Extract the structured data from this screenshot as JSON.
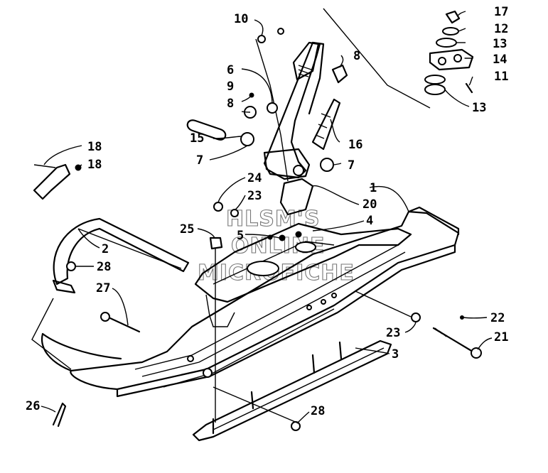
{
  "callouts": [
    {
      "id": "c10a",
      "text": "10"
    },
    {
      "id": "c6",
      "text": "6"
    },
    {
      "id": "c9",
      "text": "9"
    },
    {
      "id": "c8a",
      "text": "8"
    },
    {
      "id": "c8b",
      "text": "8"
    },
    {
      "id": "c15",
      "text": "15"
    },
    {
      "id": "c7a",
      "text": "7"
    },
    {
      "id": "c7b",
      "text": "7"
    },
    {
      "id": "c16",
      "text": "16"
    },
    {
      "id": "c17",
      "text": "17"
    },
    {
      "id": "c12",
      "text": "12"
    },
    {
      "id": "c13a",
      "text": "13"
    },
    {
      "id": "c14",
      "text": "14"
    },
    {
      "id": "c11",
      "text": "11"
    },
    {
      "id": "c13b",
      "text": "13"
    },
    {
      "id": "c18a",
      "text": "18"
    },
    {
      "id": "c18b",
      "text": "18"
    },
    {
      "id": "c24",
      "text": "24"
    },
    {
      "id": "c23a",
      "text": "23"
    },
    {
      "id": "c20",
      "text": "20"
    },
    {
      "id": "c1",
      "text": "1"
    },
    {
      "id": "c25",
      "text": "25"
    },
    {
      "id": "c5",
      "text": "5"
    },
    {
      "id": "c4",
      "text": "4"
    },
    {
      "id": "c2",
      "text": "2"
    },
    {
      "id": "c28a",
      "text": "28"
    },
    {
      "id": "c27",
      "text": "27"
    },
    {
      "id": "c22",
      "text": "22"
    },
    {
      "id": "c23b",
      "text": "23"
    },
    {
      "id": "c21",
      "text": "21"
    },
    {
      "id": "c3",
      "text": "3"
    },
    {
      "id": "c26",
      "text": "26"
    },
    {
      "id": "c28b",
      "text": "28"
    }
  ],
  "watermark": {
    "line1": "HLSM'S",
    "line2": "ONLINE",
    "line3": "MICROFICHE"
  }
}
